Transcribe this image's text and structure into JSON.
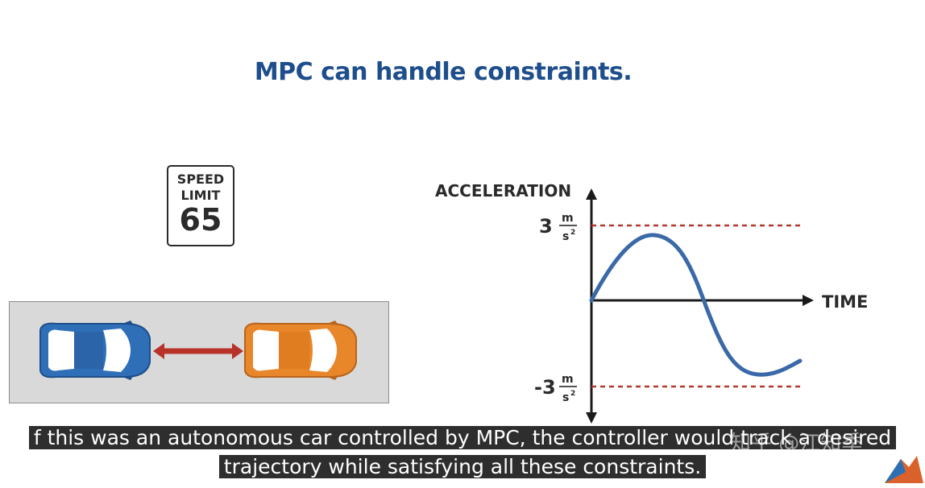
{
  "slide": {
    "title": "MPC can handle constraints."
  },
  "speed_sign": {
    "line1": "SPEED",
    "line2": "LIMIT",
    "value": "65"
  },
  "plot": {
    "y_label": "ACCELERATION",
    "x_label": "TIME",
    "upper_value": "3",
    "lower_value": "-3",
    "unit_num": "m",
    "unit_den": "s",
    "unit_exp": "2"
  },
  "colors": {
    "title": "#1f4e8c",
    "curve": "#3a69a8",
    "constraint_line": "#b23a2c",
    "blue_car": "#2f6fb8",
    "orange_car": "#e8862a",
    "gap_arrow": "#b8322a"
  },
  "subtitles": {
    "line1": "f this was an autonomous car controlled by MPC, the controller would track a desired",
    "line2": "trajectory while satisfying all these constraints."
  },
  "watermark": "知乎 @江知季"
}
